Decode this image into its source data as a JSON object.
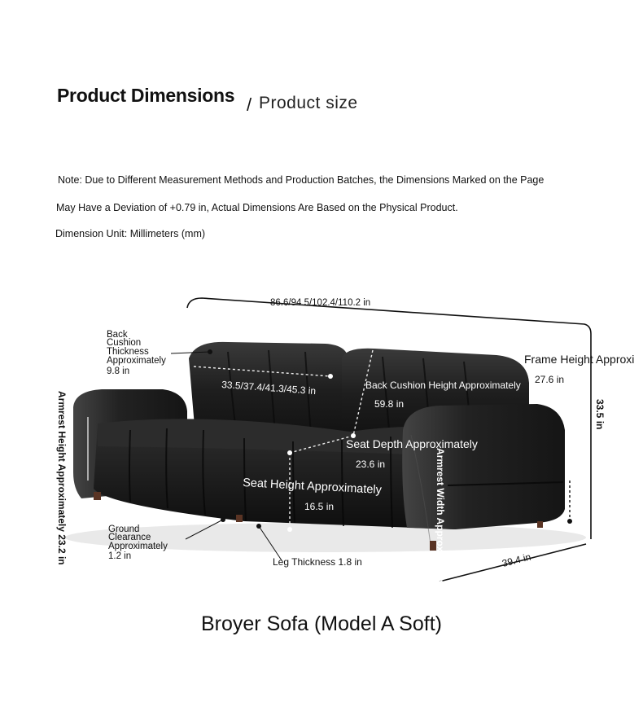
{
  "header": {
    "title": "Product Dimensions",
    "separator": "/",
    "subtitle": "Product size"
  },
  "notes": {
    "line1": "Note: Due to Different Measurement Methods and Production Batches, the Dimensions Marked on the Page",
    "line2": "May Have a Deviation of +0.79 in, Actual Dimensions Are Based on the Physical Product.",
    "unit": "Dimension Unit: Millimeters (mm)"
  },
  "dimensions": {
    "overall_width": "86.6/94.5/102.4/110.2 in",
    "back_cushion_thickness": {
      "l1": "Back",
      "l2": "Cushion",
      "l3": "Thickness",
      "l4": "Approximately",
      "l5": "9.8 in"
    },
    "back_cushion_width": "33.5/37.4/41.3/45.3 in",
    "back_cushion_height_label": "Back Cushion Height Approximately",
    "back_cushion_height_value": "59.8 in",
    "frame_height_label": "Frame Height Approxi",
    "frame_height_value": "27.6 in",
    "total_height": "33.5 in",
    "seat_depth_label": "Seat Depth Approximately",
    "seat_depth_value": "23.6 in",
    "seat_height_label": "Seat Height Approximately",
    "seat_height_value": "16.5 in",
    "armrest_height": "Armrest Height Approximately 23.2 in",
    "armrest_width": "Armrest Width Approximately",
    "ground_clearance": {
      "l1": "Ground",
      "l2": "Clearance",
      "l3": "Approximately",
      "l4": "1.2 in"
    },
    "leg_thickness": "Leg Thickness 1.8 in",
    "depth": "39.4 in"
  },
  "product": {
    "name": "Broyer Sofa (Model A Soft)"
  },
  "colors": {
    "leather": "#1c1c1c",
    "highlight": "#4a4a4a",
    "leg": "#5a3424"
  }
}
